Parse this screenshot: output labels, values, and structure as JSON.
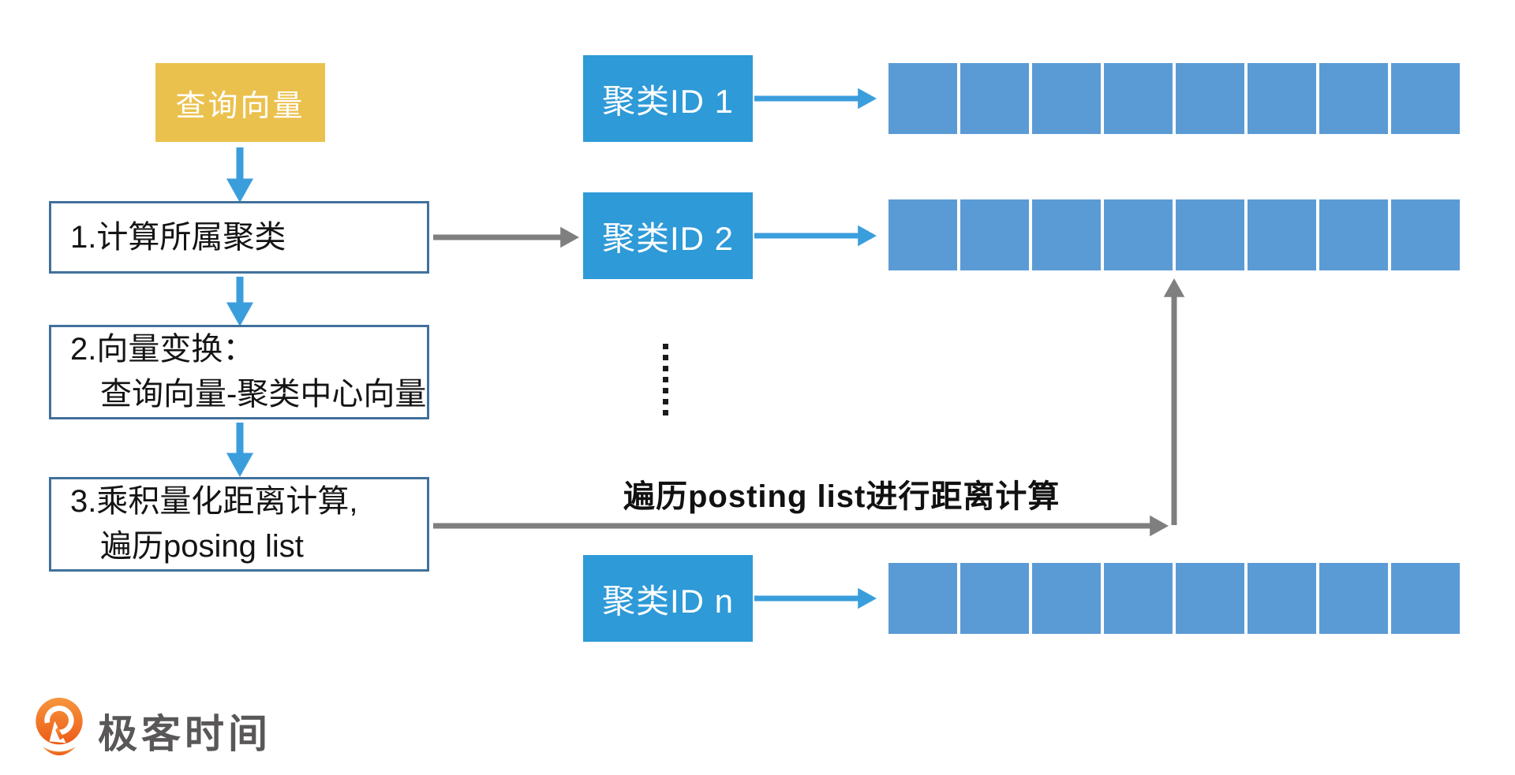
{
  "diagram": {
    "query_box": {
      "label": "查询向量"
    },
    "steps": [
      {
        "lines": [
          "1.计算所属聚类",
          ""
        ]
      },
      {
        "lines": [
          "2.向量变换：",
          "查询向量-聚类中心向量"
        ]
      },
      {
        "lines": [
          "3.乘积量化距离计算,",
          "遍历posing list"
        ]
      }
    ],
    "clusters": [
      {
        "label": "聚类ID 1"
      },
      {
        "label": "聚类ID 2"
      },
      {
        "label": "聚类ID n"
      }
    ],
    "posting_list": {
      "segment_count": 8
    },
    "ellipsis_dot_count": 7,
    "annotation": "遍历posting list进行距离计算"
  },
  "footer": {
    "brand": "极客时间"
  },
  "colors": {
    "yellow": "#EBC14E",
    "cluster_blue": "#2E9AD8",
    "bar_blue": "#5B9BD5",
    "arrow_blue": "#3B9EDC",
    "arrow_gray": "#7F7F7F",
    "border_blue": "#41719C",
    "logo_orange_top": "#F7963D",
    "logo_orange_bottom": "#EC5B17",
    "logo_text_gray": "#595757"
  }
}
